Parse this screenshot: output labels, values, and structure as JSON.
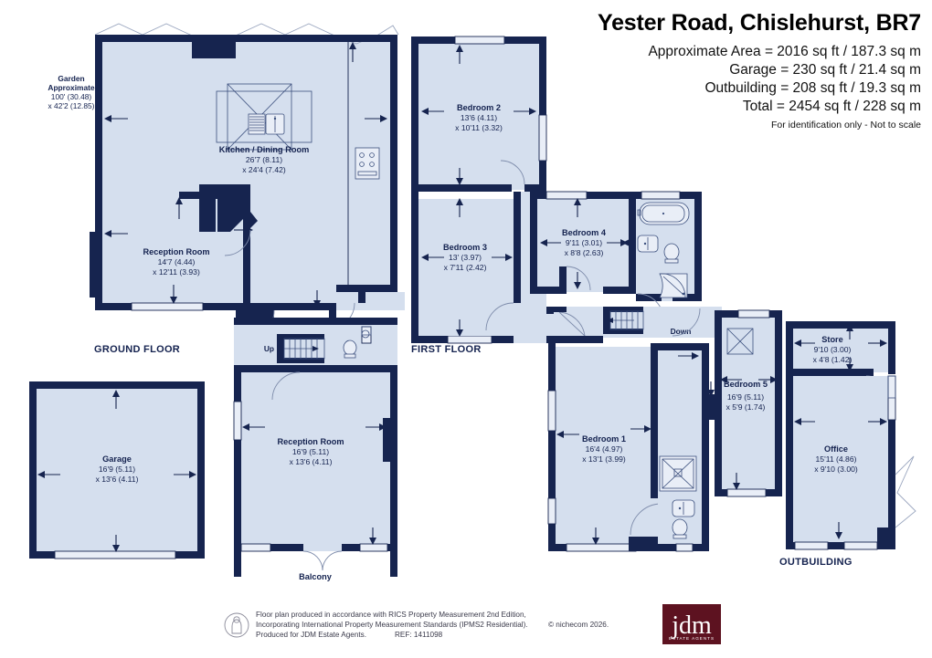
{
  "header": {
    "title": "Yester Road, Chislehurst, BR7",
    "areas": [
      "Approximate Area = 2016 sq ft / 187.3 sq m",
      "Garage = 230 sq ft / 21.4 sq m",
      "Outbuilding = 208 sq ft / 19.3 sq m",
      "Total = 2454 sq ft / 228 sq m"
    ],
    "disclaimer": "For identification only - Not to scale"
  },
  "floor_labels": {
    "ground": "GROUND FLOOR",
    "first": "FIRST FLOOR",
    "outbuilding": "OUTBUILDING"
  },
  "garden": {
    "line1": "Garden",
    "line2": "Approximate",
    "line3": "100' (30.48)",
    "line4": "x 42'2 (12.85)"
  },
  "rooms": {
    "kitchen_dining": {
      "name": "Kitchen / Dining Room",
      "dim1": "26'7 (8.11)",
      "dim2": "x 24'4 (7.42)"
    },
    "reception_upper": {
      "name": "Reception Room",
      "dim1": "14'7 (4.44)",
      "dim2": "x 12'11 (3.93)"
    },
    "reception_lower": {
      "name": "Reception Room",
      "dim1": "16'9 (5.11)",
      "dim2": "x 13'6 (4.11)"
    },
    "garage": {
      "name": "Garage",
      "dim1": "16'9 (5.11)",
      "dim2": "x 13'6 (4.11)"
    },
    "balcony": {
      "name": "Balcony"
    },
    "bedroom2": {
      "name": "Bedroom 2",
      "dim1": "13'6 (4.11)",
      "dim2": "x 10'11 (3.32)"
    },
    "bedroom3": {
      "name": "Bedroom 3",
      "dim1": "13' (3.97)",
      "dim2": "x 7'11 (2.42)"
    },
    "bedroom4": {
      "name": "Bedroom 4",
      "dim1": "9'11 (3.01)",
      "dim2": "x 8'8 (2.63)"
    },
    "bedroom5": {
      "name": "Bedroom 5",
      "dim1": "16'9 (5.11)",
      "dim2": "x 5'9 (1.74)"
    },
    "bedroom1": {
      "name": "Bedroom 1",
      "dim1": "16'4 (4.97)",
      "dim2": "x 13'1 (3.99)"
    },
    "store": {
      "name": "Store",
      "dim1": "9'10 (3.00)",
      "dim2": "x 4'8 (1.42)"
    },
    "office": {
      "name": "Office",
      "dim1": "15'11 (4.86)",
      "dim2": "x 9'10 (3.00)"
    }
  },
  "stairs": {
    "up": "Up",
    "down": "Down"
  },
  "footer": {
    "line1": "Floor plan produced in accordance with RICS Property Measurement 2nd Edition,",
    "line2": "Incorporating International Property Measurement Standards (IPMS2 Residential).",
    "copyright": "© nichecom 2026.",
    "line3": "Produced for JDM Estate Agents.",
    "ref": "REF: 1411098",
    "logo_main": "jdm",
    "logo_sub": "ESTATE AGENTS"
  },
  "colors": {
    "wall": "#16244f",
    "floor_fill": "#d5dfee",
    "text": "#14224f",
    "logo_bg": "#5d1220"
  }
}
